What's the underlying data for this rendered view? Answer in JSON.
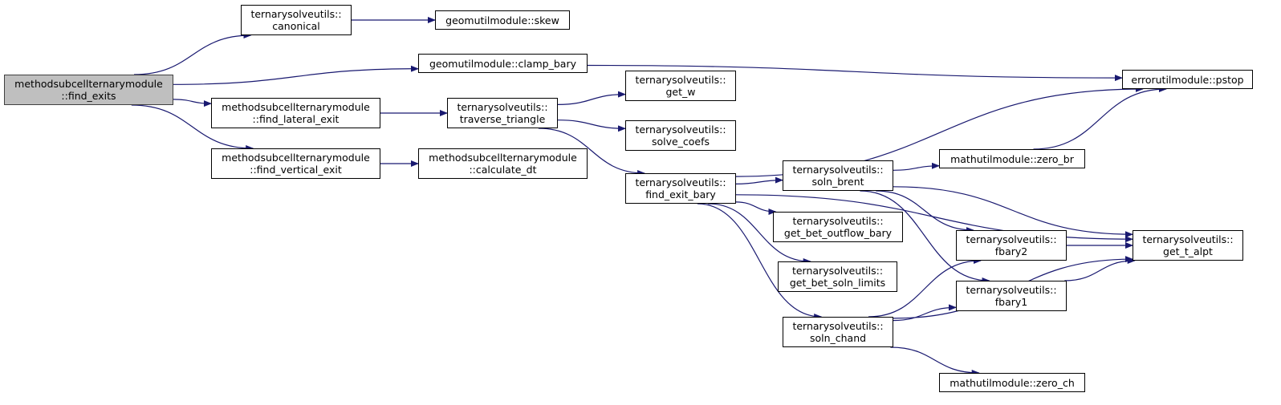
{
  "colors": {
    "edge": "#191970",
    "root_fill": "#bfbfbf",
    "node_fill": "#ffffff",
    "border": "#000000"
  },
  "nodes": {
    "find_exits": {
      "lines": [
        "methodsubcellternarymodule",
        "::find_exits"
      ]
    },
    "canonical": {
      "lines": [
        "ternarysolveutils::",
        "canonical"
      ]
    },
    "skew": {
      "lines": [
        "geomutilmodule::skew"
      ]
    },
    "clamp_bary": {
      "lines": [
        "geomutilmodule::clamp_bary"
      ]
    },
    "pstop": {
      "lines": [
        "errorutilmodule::pstop"
      ]
    },
    "find_lateral_exit": {
      "lines": [
        "methodsubcellternarymodule",
        "::find_lateral_exit"
      ]
    },
    "traverse_triangle": {
      "lines": [
        "ternarysolveutils::",
        "traverse_triangle"
      ]
    },
    "get_w": {
      "lines": [
        "ternarysolveutils::",
        "get_w"
      ]
    },
    "solve_coefs": {
      "lines": [
        "ternarysolveutils::",
        "solve_coefs"
      ]
    },
    "find_vertical_exit": {
      "lines": [
        "methodsubcellternarymodule",
        "::find_vertical_exit"
      ]
    },
    "calculate_dt": {
      "lines": [
        "methodsubcellternarymodule",
        "::calculate_dt"
      ]
    },
    "find_exit_bary": {
      "lines": [
        "ternarysolveutils::",
        "find_exit_bary"
      ]
    },
    "soln_brent": {
      "lines": [
        "ternarysolveutils::",
        "soln_brent"
      ]
    },
    "zero_br": {
      "lines": [
        "mathutilmodule::zero_br"
      ]
    },
    "get_bet_outflow_bary": {
      "lines": [
        "ternarysolveutils::",
        "get_bet_outflow_bary"
      ]
    },
    "get_bet_soln_limits": {
      "lines": [
        "ternarysolveutils::",
        "get_bet_soln_limits"
      ]
    },
    "soln_chand": {
      "lines": [
        "ternarysolveutils::",
        "soln_chand"
      ]
    },
    "fbary2": {
      "lines": [
        "ternarysolveutils::",
        "fbary2"
      ]
    },
    "fbary1": {
      "lines": [
        "ternarysolveutils::",
        "fbary1"
      ]
    },
    "get_t_alpt": {
      "lines": [
        "ternarysolveutils::",
        "get_t_alpt"
      ]
    },
    "zero_ch": {
      "lines": [
        "mathutilmodule::zero_ch"
      ]
    }
  },
  "edges": [
    [
      "find_exits",
      "canonical"
    ],
    [
      "find_exits",
      "clamp_bary"
    ],
    [
      "find_exits",
      "find_lateral_exit"
    ],
    [
      "find_exits",
      "find_vertical_exit"
    ],
    [
      "canonical",
      "skew"
    ],
    [
      "clamp_bary",
      "pstop"
    ],
    [
      "find_lateral_exit",
      "traverse_triangle"
    ],
    [
      "find_vertical_exit",
      "calculate_dt"
    ],
    [
      "traverse_triangle",
      "get_w"
    ],
    [
      "traverse_triangle",
      "solve_coefs"
    ],
    [
      "traverse_triangle",
      "find_exit_bary"
    ],
    [
      "find_exit_bary",
      "pstop"
    ],
    [
      "find_exit_bary",
      "get_t_alpt"
    ],
    [
      "find_exit_bary",
      "soln_brent"
    ],
    [
      "find_exit_bary",
      "get_bet_outflow_bary"
    ],
    [
      "find_exit_bary",
      "get_bet_soln_limits"
    ],
    [
      "find_exit_bary",
      "soln_chand"
    ],
    [
      "soln_brent",
      "zero_br"
    ],
    [
      "soln_brent",
      "fbary2"
    ],
    [
      "soln_brent",
      "get_t_alpt"
    ],
    [
      "soln_brent",
      "fbary1"
    ],
    [
      "zero_br",
      "pstop"
    ],
    [
      "soln_chand",
      "fbary2"
    ],
    [
      "soln_chand",
      "fbary1"
    ],
    [
      "soln_chand",
      "get_t_alpt"
    ],
    [
      "soln_chand",
      "zero_ch"
    ],
    [
      "fbary2",
      "get_t_alpt"
    ],
    [
      "fbary1",
      "get_t_alpt"
    ]
  ]
}
